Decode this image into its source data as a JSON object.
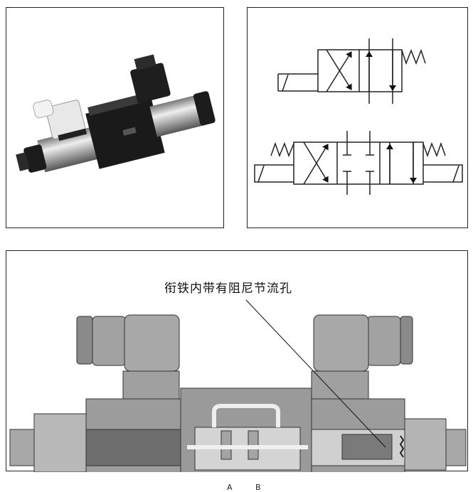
{
  "cross_section": {
    "callout_label": "衔铁内带有阻尼节流孔",
    "port_a": "A",
    "port_b": "B"
  },
  "colors": {
    "outline": "#222222",
    "body_gray": "#9a9a9a",
    "dark_gray": "#6e6e6e",
    "light_gray": "#c8c8c8"
  }
}
